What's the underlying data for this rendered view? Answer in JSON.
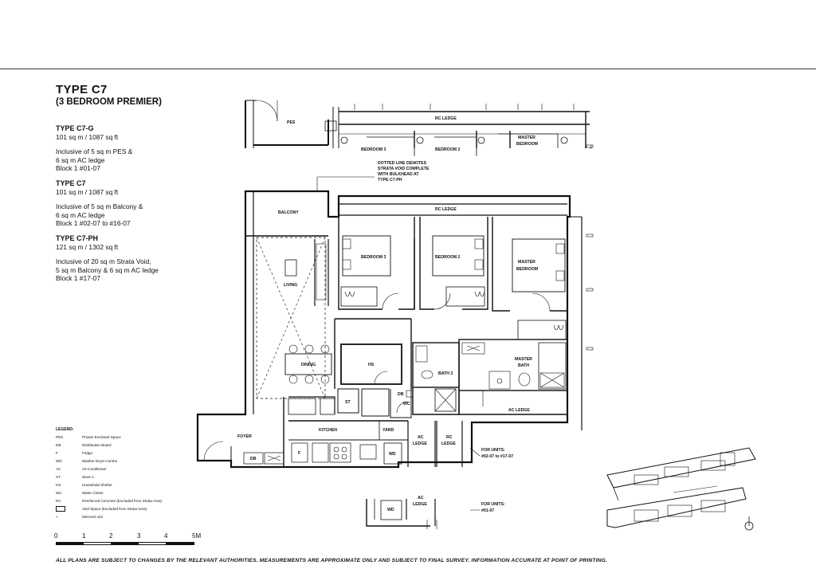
{
  "header": {
    "type_title": "TYPE  C7",
    "subtitle": "(3 BEDROOM PREMIER)"
  },
  "variants": [
    {
      "name": "TYPE C7-G",
      "size": "101 sq m / 1087 sq ft",
      "notes": [
        "Inclusive of 5 sq m PES &",
        "6 sq m AC ledge",
        "Block 1 #01-07"
      ]
    },
    {
      "name": "TYPE C7",
      "size": "101 sq m / 1087 sq ft",
      "notes": [
        "Inclusive of 5 sq m Balcony &",
        "6 sq m AC ledge",
        "Block 1 #02-07 to #16-07"
      ]
    },
    {
      "name": "TYPE C7-PH",
      "size": "121 sq m / 1302 sq ft",
      "notes": [
        "Inclusive of 20 sq m Strata Void,",
        "5 sq m Balcony & 6 sq m AC ledge",
        "Block 1 #17-07"
      ]
    }
  ],
  "legend": {
    "title": "LEGEND:",
    "items": [
      {
        "code": "PES",
        "desc": "Private Enclosed Space"
      },
      {
        "code": "DB",
        "desc": "Distribution Board"
      },
      {
        "code": "F",
        "desc": "Fridge"
      },
      {
        "code": "WD",
        "desc": "Washer Dryer Combo"
      },
      {
        "code": "AC",
        "desc": "Air-Conditioner"
      },
      {
        "code": "ST",
        "desc": "Store 1"
      },
      {
        "code": "HS",
        "desc": "Household Shelter"
      },
      {
        "code": "WC",
        "desc": "Water Closet"
      },
      {
        "code": "RC",
        "desc": "Reinforced Concrete (Excluded from Strata Area)"
      },
      {
        "code": "",
        "desc": "Void Space (Excluded from Strata Area)"
      },
      {
        "code": "+",
        "desc": "Mirrored unit"
      }
    ]
  },
  "scale": {
    "labels": [
      "0",
      "1",
      "2",
      "3",
      "4",
      "5M"
    ]
  },
  "footer": "ALL PLANS ARE SUBJECT TO CHANGES BY THE RELEVANT AUTHORITIES. MEASUREMENTS ARE APPROXIMATE ONLY AND SUBJECT TO FINAL SURVEY. INFORMATION ACCURATE AT POINT OF PRINTING.",
  "plan": {
    "upper": {
      "pes": "PES",
      "rc_ledge": "RC LEDGE",
      "bedroom3": "BEDROOM 3",
      "bedroom2": "BEDROOM 2",
      "master_bedroom": [
        "MASTER",
        "BEDROOM"
      ]
    },
    "note": [
      "DOTTED LINE DENOTES",
      "STRATA VOID COMPLETE",
      "WITH BULKHEAD AT",
      "TYPE C7-PH"
    ],
    "main": {
      "balcony": "BALCONY",
      "rc_ledge": "RC LEDGE",
      "bedroom3": "BEDROOM 3",
      "bedroom2": "BEDROOM 2",
      "master_bedroom": [
        "MASTER",
        "BEDROOM"
      ],
      "living": "LIVING",
      "dining": "DINING",
      "hs": "HS",
      "bath2": "BATH 2",
      "master_bath": [
        "MASTER",
        "BATH"
      ],
      "st": "ST",
      "db_small": "DB",
      "wc": "WC",
      "ac_ledge_right": "AC LEDGE",
      "kitchen": "KITCHEN",
      "yard": "YARD",
      "ac_ledge_col": [
        "AC",
        "LEDGE"
      ],
      "rc_ledge_col": [
        "RC",
        "LEDGE"
      ],
      "foyer": "FOYER",
      "db": "DB",
      "f": "F",
      "wd": "WD"
    },
    "units_a": [
      "FOR UNITS:",
      "#02-07 to #17-07"
    ],
    "units_b": [
      "FOR UNITS:",
      "#01-07"
    ],
    "lower": {
      "wd": "WD",
      "ac_ledge": [
        "AC",
        "LEDGE"
      ]
    }
  }
}
